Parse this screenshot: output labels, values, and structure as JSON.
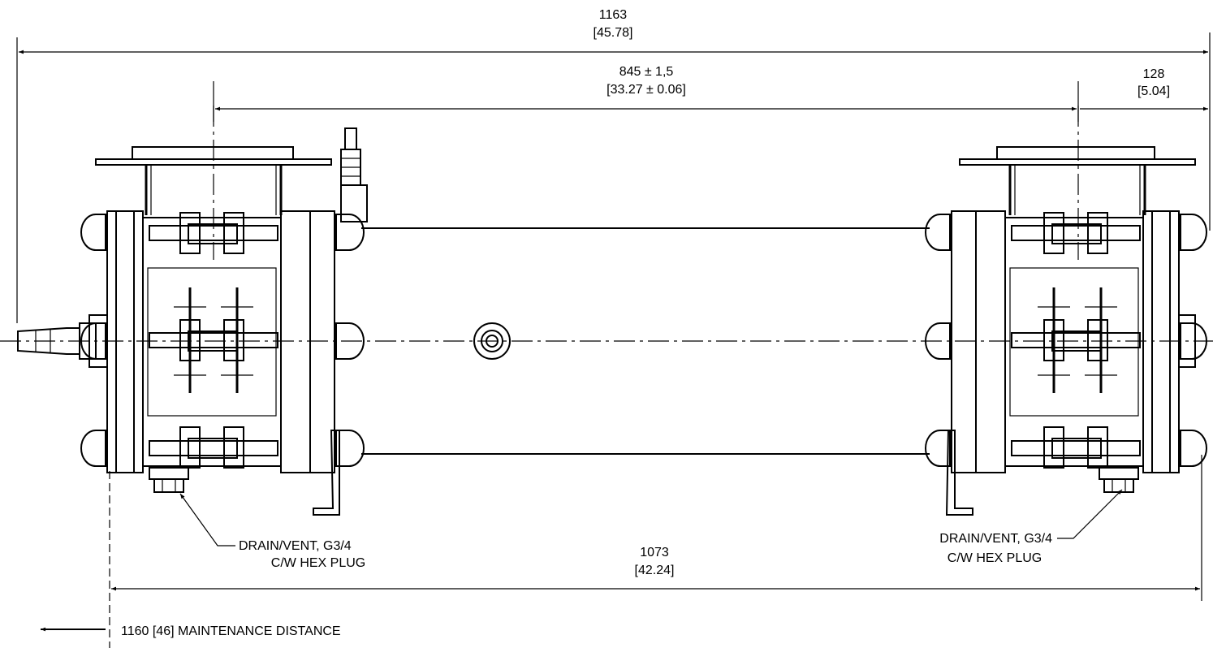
{
  "dimensions": {
    "overall": {
      "value": "1163",
      "imperial": "[45.78]"
    },
    "flange_centers": {
      "value": "845 ± 1,5",
      "imperial": "[33.27 ± 0.06]"
    },
    "end_offset": {
      "value": "128",
      "imperial": "[5.04]"
    },
    "body_length": {
      "value": "1073",
      "imperial": "[42.24]"
    }
  },
  "notes": {
    "drain_left": {
      "line1": "DRAIN/VENT, G3/4",
      "line2": "C/W HEX PLUG"
    },
    "drain_right": {
      "line1": "DRAIN/VENT, G3/4",
      "line2": "C/W HEX PLUG"
    },
    "maintenance": "1160 [46] MAINTENANCE DISTANCE"
  },
  "colors": {
    "line": "#000000",
    "background": "#ffffff"
  }
}
